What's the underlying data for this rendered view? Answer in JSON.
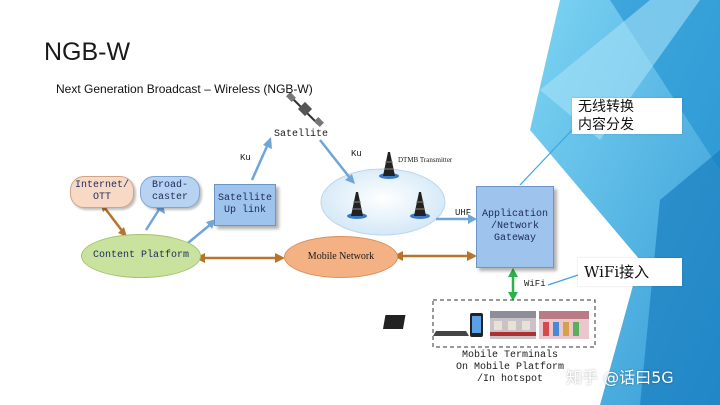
{
  "slide": {
    "title": "NGB-W",
    "subtitle": "Next Generation Broadcast – Wireless (NGB-W)"
  },
  "nodes": {
    "internet_ott": "Internet/\nOTT",
    "broadcaster": "Broad-\ncaster",
    "content_platform": "Content Platform",
    "satellite_uplink": "Satellite\nUp link",
    "satellite": "Satellite",
    "dtmb_transmitter": "DTMB Transmitter",
    "mobile_network": "Mobile Network",
    "gateway": "Application\n/Network\nGateway",
    "mobile_terminals": "Mobile Terminals\nOn Mobile Platform\n/In hotspot"
  },
  "link_labels": {
    "ku_up": "Ku",
    "ku_down": "Ku",
    "uhf": "UHF",
    "wifi": "WiFi"
  },
  "callouts": {
    "wireless_distribution": "无线转换\n内容分发",
    "wifi_access": "WiFi接入"
  },
  "watermark": "知乎 @话曰5G",
  "colors": {
    "accent_blue": "#29a8e0",
    "platform_green": "#c9e39e",
    "mobile_orange": "#f4b183",
    "box_blue": "#9ec3ec",
    "arrow_orange": "#b8742a",
    "arrow_blue": "#6fa6d8",
    "arrow_green": "#2bb24c"
  }
}
